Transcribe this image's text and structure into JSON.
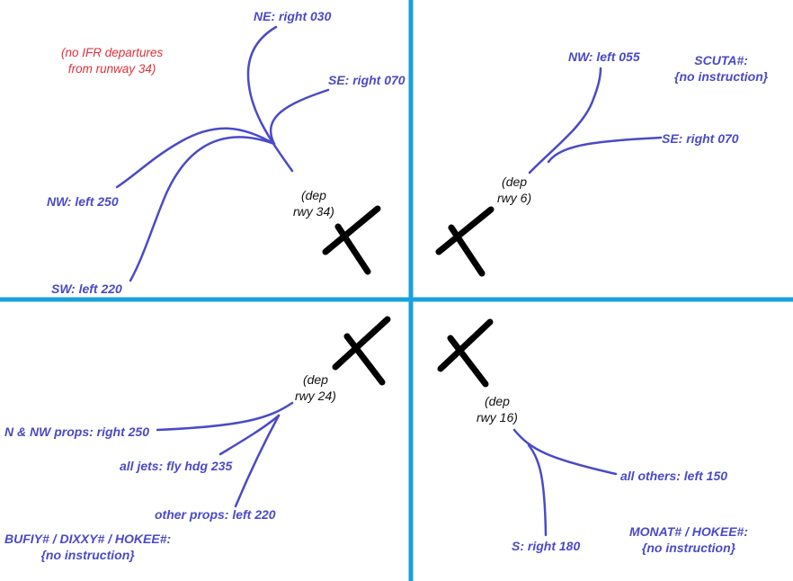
{
  "colors": {
    "divider": "#1aa0dc",
    "route": "#4a4ac8",
    "runway": "#000000",
    "note": "#e0303a",
    "text": "#111111"
  },
  "quadrants": {
    "top_left": {
      "runway_label": "(dep\nrwy 34)",
      "note": "(no IFR departures\nfrom runway 34)",
      "routes": [
        "NE: right 030",
        "SE: right 070",
        "NW: left 250",
        "SW: left 220"
      ]
    },
    "top_right": {
      "runway_label": "(dep\nrwy 6)",
      "routes": [
        "NW: left 055",
        "SE: right 070"
      ],
      "fix_note": "SCUTA#:\n{no instruction}"
    },
    "bottom_left": {
      "runway_label": "(dep\nrwy 24)",
      "routes": [
        "N & NW props: right 250",
        "all jets: fly hdg 235",
        "other props: left 220"
      ],
      "fix_note": "BUFIY# / DIXXY# / HOKEE#:\n{no instruction}"
    },
    "bottom_right": {
      "runway_label": "(dep\nrwy 16)",
      "routes": [
        "all others: left 150",
        "S: right 180"
      ],
      "fix_note": "MONAT# / HOKEE#:\n{no instruction}"
    }
  }
}
